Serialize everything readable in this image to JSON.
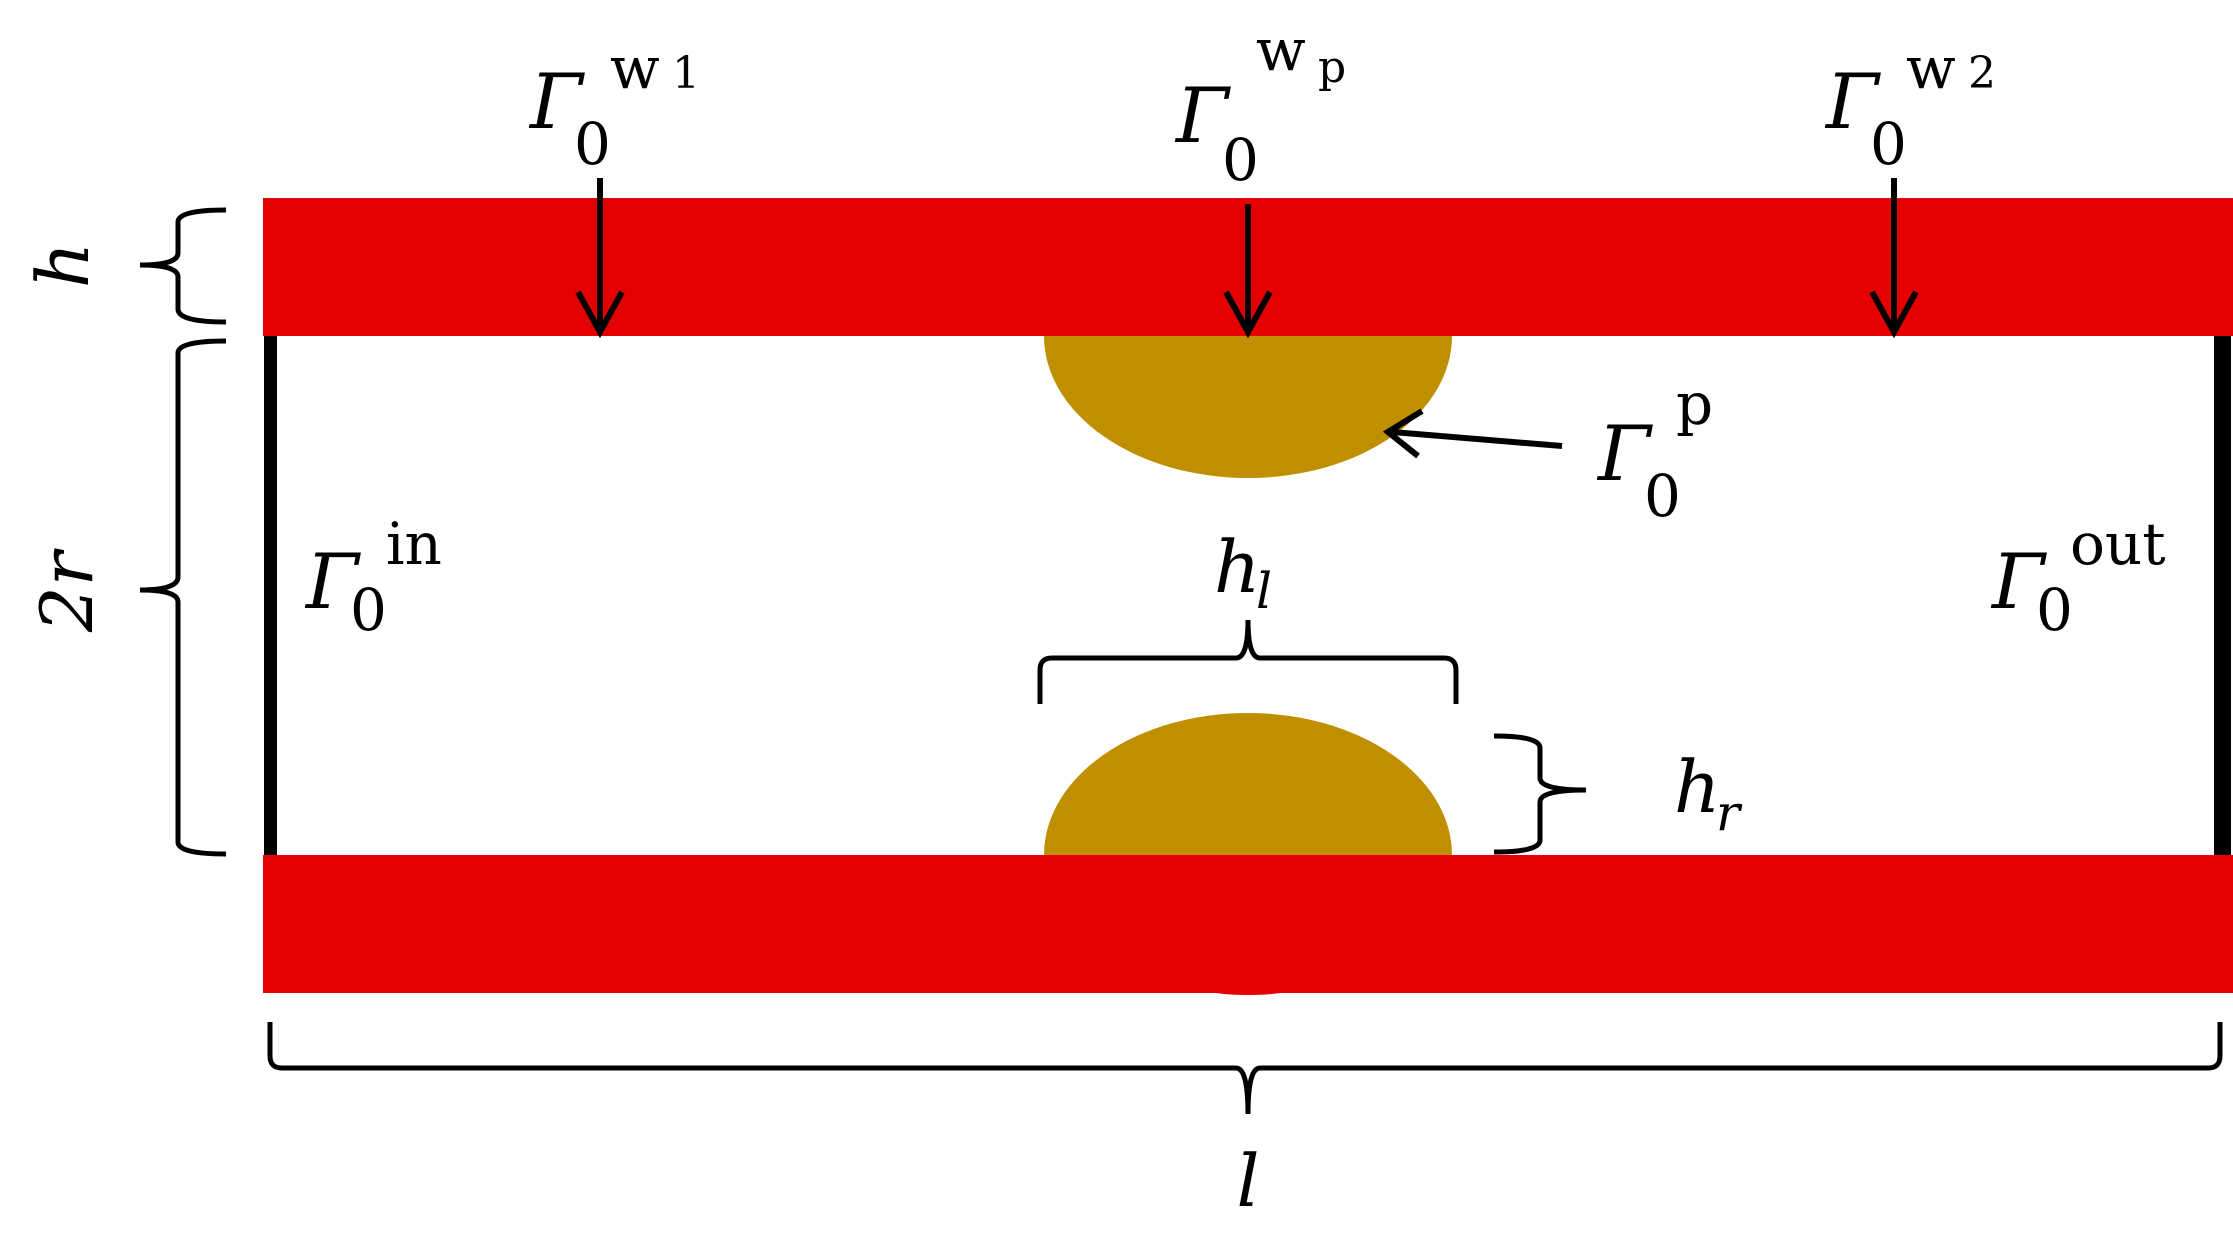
{
  "colors": {
    "wall": "#e40000",
    "plaque": "#c08f00",
    "ink": "#000000",
    "background": "#ffffff"
  },
  "labels": {
    "gamma_w1": {
      "symbol": "Γ",
      "sub": "0",
      "sup": "w",
      "supsub": "1"
    },
    "gamma_wp": {
      "symbol": "Γ",
      "sub": "0",
      "sup": "w",
      "supsub": "p"
    },
    "gamma_w2": {
      "symbol": "Γ",
      "sub": "0",
      "sup": "w",
      "supsub": "2"
    },
    "gamma_p": {
      "symbol": "Γ",
      "sub": "0",
      "sup": "p"
    },
    "gamma_in": {
      "symbol": "Γ",
      "sub": "0",
      "sup": "in"
    },
    "gamma_out": {
      "symbol": "Γ",
      "sub": "0",
      "sup": "out"
    },
    "h": "h",
    "two_r": "2r",
    "h_l": {
      "base": "h",
      "sub": "l"
    },
    "h_r": {
      "base": "h",
      "sub": "r"
    },
    "l": "l"
  }
}
